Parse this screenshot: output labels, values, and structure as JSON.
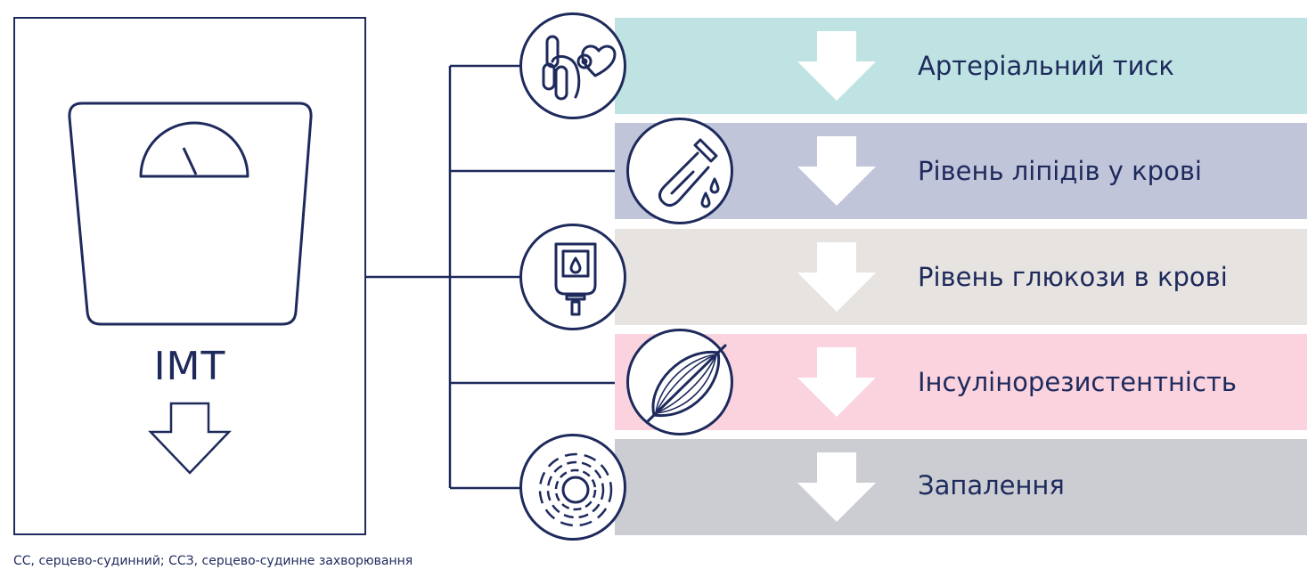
{
  "scale": {
    "label": "ІМТ",
    "icon": "weighing-scale-icon"
  },
  "colors": {
    "line": "#1e2a5c",
    "band_blood_pressure": "#bfe3e2",
    "band_lipids": "#c1c5da",
    "band_glucose": "#e6e3e0",
    "band_insulin": "#fad3df",
    "band_inflammation": "#cbcdd3"
  },
  "factors": [
    {
      "label": "Артеріальний тиск",
      "icon": "blood-pressure-heart-icon"
    },
    {
      "label": "Рівень ліпідів у крові",
      "icon": "test-tube-drops-icon"
    },
    {
      "label": "Рівень глюкози в крові",
      "icon": "glucometer-icon"
    },
    {
      "label": "Інсулінорезистентність",
      "icon": "muscle-fiber-icon"
    },
    {
      "label": "Запалення",
      "icon": "inflammation-rings-icon"
    }
  ],
  "footnote": "СС, серцево-судинний; ССЗ, серцево-судинне захворювання"
}
